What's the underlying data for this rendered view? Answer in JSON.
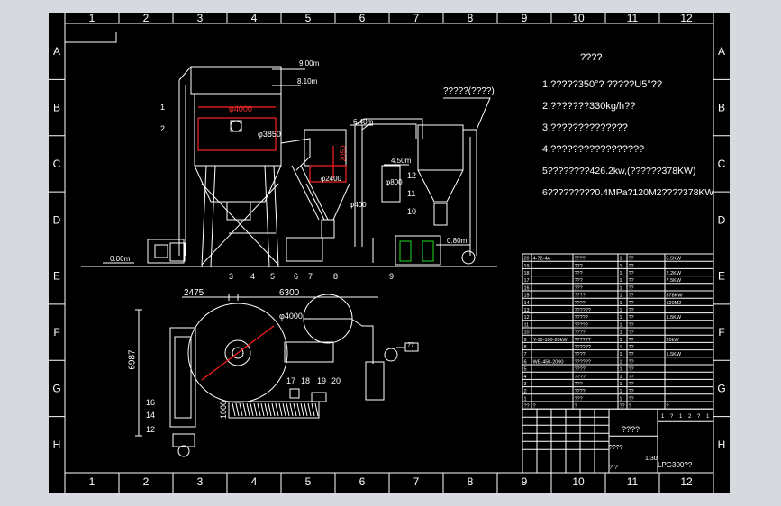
{
  "grid": {
    "cols": [
      "1",
      "2",
      "3",
      "4",
      "5",
      "6",
      "7",
      "8",
      "9",
      "10",
      "11",
      "12"
    ],
    "rows": [
      "A",
      "B",
      "C",
      "D",
      "E",
      "F",
      "G",
      "H"
    ]
  },
  "elevations": {
    "top": "9.00m",
    "upper": "8.10m",
    "mid": "6.40m",
    "small": "4.50m",
    "right": "0.80m",
    "ground": "0.00m"
  },
  "dims": {
    "d4000": "φ4000",
    "d3850": "φ3850",
    "d2400": "φ2400",
    "d1800": "φ800",
    "d1400": "φ400",
    "h2050": "2050",
    "w2475": "2475",
    "w6300": "6300",
    "h6987": "6987",
    "plan_d": "φ4000",
    "h1000": "1000"
  },
  "callout_label": "?????(????)",
  "parts_front": [
    "1",
    "2",
    "3",
    "4",
    "5",
    "6",
    "7",
    "8",
    "9",
    "10",
    "11",
    "12"
  ],
  "parts_plan": [
    "12",
    "14",
    "16",
    "17",
    "18",
    "19",
    "20"
  ],
  "tag_text": "??",
  "notes": {
    "title": "????",
    "lines": [
      "1.?????350°?    ?????U5°??",
      "2.???????330kg/h??",
      "3.??????????????",
      "4.?????????????????",
      "5????????426.2kw,(??????378KW)",
      "6?????????0.4MPa?120M2????378KW"
    ]
  },
  "parts_table": {
    "rows": [
      {
        "no": "20",
        "code": "4-72-4A",
        "name": "????",
        "qty": "1",
        "mat": "??",
        "note": "5.5KW"
      },
      {
        "no": "19",
        "code": "",
        "name": "???",
        "qty": "1",
        "mat": "??",
        "note": ""
      },
      {
        "no": "18",
        "code": "",
        "name": "???",
        "qty": "1",
        "mat": "??",
        "note": "2.2KW"
      },
      {
        "no": "17",
        "code": "",
        "name": "???",
        "qty": "1",
        "mat": "??",
        "note": "7.5KW"
      },
      {
        "no": "16",
        "code": "",
        "name": "???",
        "qty": "1",
        "mat": "??",
        "note": ""
      },
      {
        "no": "15",
        "code": "",
        "name": "????",
        "qty": "1",
        "mat": "??",
        "note": "378KW"
      },
      {
        "no": "14",
        "code": "",
        "name": "????",
        "qty": "1",
        "mat": "??",
        "note": "120M2"
      },
      {
        "no": "13",
        "code": "",
        "name": "??????",
        "qty": "1",
        "mat": "??",
        "note": ""
      },
      {
        "no": "12",
        "code": "",
        "name": "?????",
        "qty": "1",
        "mat": "??",
        "note": "1.5KW"
      },
      {
        "no": "11",
        "code": "",
        "name": "?????",
        "qty": "1",
        "mat": "??",
        "note": ""
      },
      {
        "no": "10",
        "code": "",
        "name": "????",
        "qty": "1",
        "mat": "??",
        "note": ""
      },
      {
        "no": "9",
        "code": "Y-10-100-20kW",
        "name": "??????",
        "qty": "1",
        "mat": "??",
        "note": "20kW"
      },
      {
        "no": "8",
        "code": "",
        "name": "??????",
        "qty": "1",
        "mat": "??",
        "note": ""
      },
      {
        "no": "7",
        "code": "",
        "name": "????",
        "qty": "1",
        "mat": "??",
        "note": "1.5KW"
      },
      {
        "no": "6",
        "code": "WE-450-2000",
        "name": "??????",
        "qty": "1",
        "mat": "??",
        "note": ""
      },
      {
        "no": "5",
        "code": "",
        "name": "????",
        "qty": "1",
        "mat": "??",
        "note": ""
      },
      {
        "no": "4",
        "code": "",
        "name": "????",
        "qty": "1",
        "mat": "??",
        "note": ""
      },
      {
        "no": "3",
        "code": "",
        "name": "???",
        "qty": "1",
        "mat": "??",
        "note": ""
      },
      {
        "no": "2",
        "code": "",
        "name": "????",
        "qty": "1",
        "mat": "??",
        "note": ""
      },
      {
        "no": "1",
        "code": "",
        "name": "???",
        "qty": "1",
        "mat": "??",
        "note": ""
      }
    ],
    "header": {
      "no": "??",
      "code": "?",
      "name": "?",
      "qty": "??",
      "mat": "?",
      "note": "?"
    }
  },
  "title_block": {
    "name": "????",
    "drawing_no": "LPG300??",
    "scale": "1:30",
    "sheet": "??",
    "stage": "????",
    "rev": "? ?",
    "small": [
      "1",
      "?",
      "1",
      "2",
      "?",
      "1"
    ]
  }
}
